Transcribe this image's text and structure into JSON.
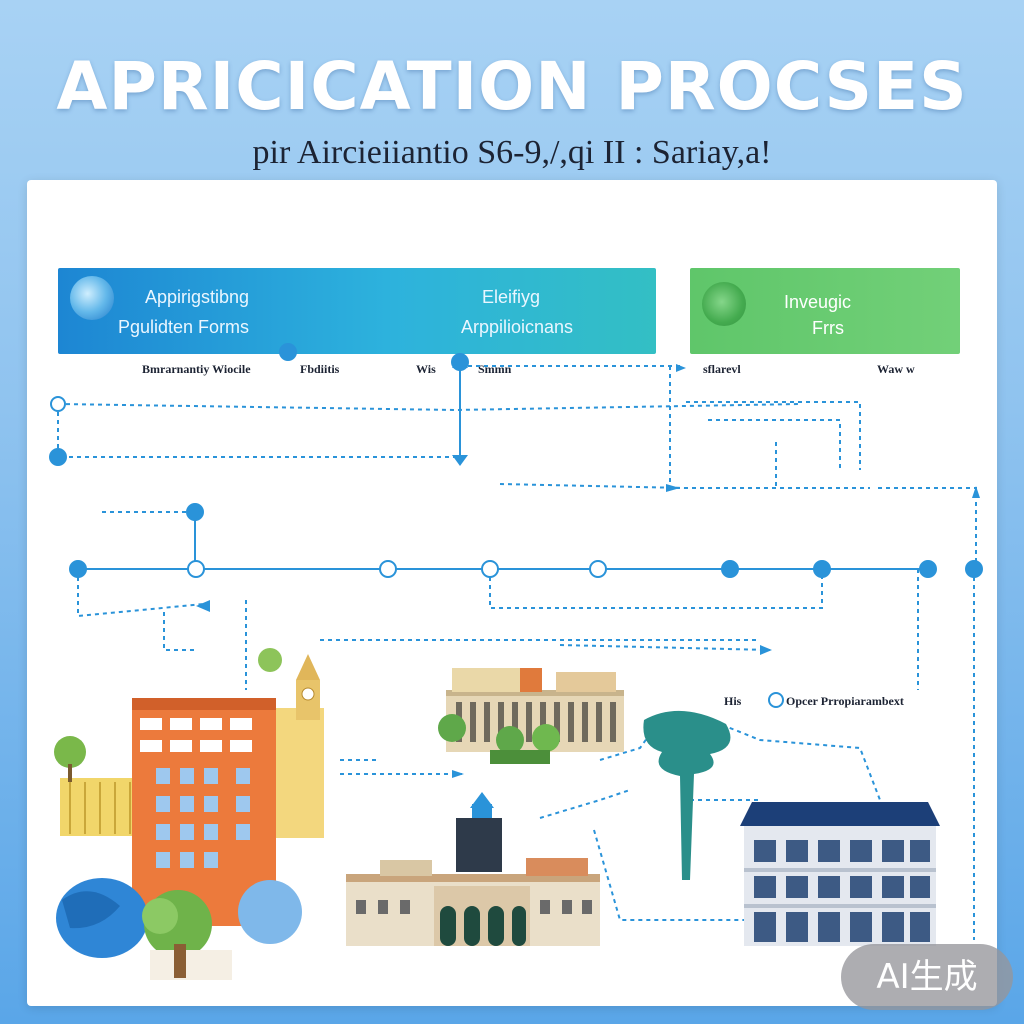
{
  "title": "APRICICATION PROCSES",
  "subtitle": "pir Aircieiiantio S6-9,/,qi II : Sariay,a!",
  "banners": {
    "left": {
      "line1": "Appirigstibng",
      "line2": "Pgulidten Forms"
    },
    "middle": {
      "line1": "Eleifiyg",
      "line2": "Arppilioicnans"
    },
    "right": {
      "line1": "Inveugic",
      "line2": "Frrs"
    }
  },
  "labels": {
    "l1": "Bmrarnantiy Wiocile",
    "l2": "Fbdiitis",
    "l3": "Wis",
    "l4": "Smmn",
    "l5": "sflarevl",
    "l6": "Waw w",
    "l7": "His",
    "l8": "Opcer Prropiarambext"
  },
  "colors": {
    "flow_line": "#2a93d9",
    "banner_blue": "#1d86d3",
    "banner_green": "#5fc66a"
  },
  "badge": "AI生成"
}
